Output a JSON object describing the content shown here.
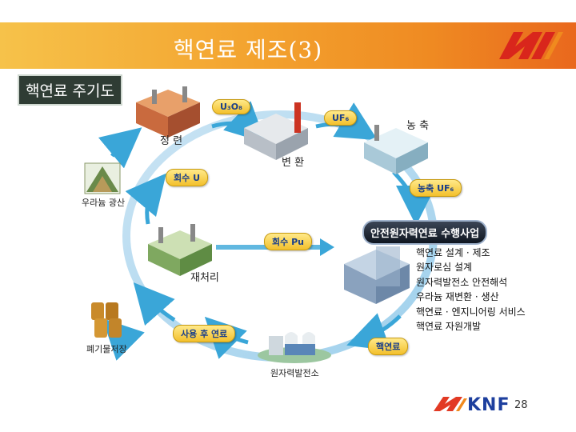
{
  "header": {
    "title": "핵연료 제조(3)"
  },
  "subtitle": "핵연료 주기도",
  "stages": {
    "refining": "정 련",
    "conversion": "변 환",
    "enrichment": "농 축",
    "mine": "우라늄 광산",
    "reprocessing": "재처리",
    "waste_storage": "폐기물저장",
    "power_plant": "원자력발전소"
  },
  "flows": {
    "u3o8": "U₃O₈",
    "uf6": "UF₆",
    "recovered_u": "회수 U",
    "enriched_uf6": "농축 UF₆",
    "recovered_pu": "회수 Pu",
    "spent_fuel": "사용 후 연료",
    "fuel": "핵연료"
  },
  "project": {
    "title": "안전원자력연료 수행사업",
    "items": [
      "핵연료 설계 · 제조",
      "원자로심 설계",
      "원자력발전소 안전해석",
      "우라늄 재변환 · 생산",
      "핵연료 · 엔지니어링 서비스",
      "핵연료 자원개발"
    ]
  },
  "footer": {
    "brand": "KNF",
    "page": "28"
  },
  "colors": {
    "header_start": "#f6c24a",
    "header_end": "#e9681d",
    "arrow": "#3aa6d8",
    "brand": "#1d3f9e",
    "brand_accent": "#e23a24"
  }
}
